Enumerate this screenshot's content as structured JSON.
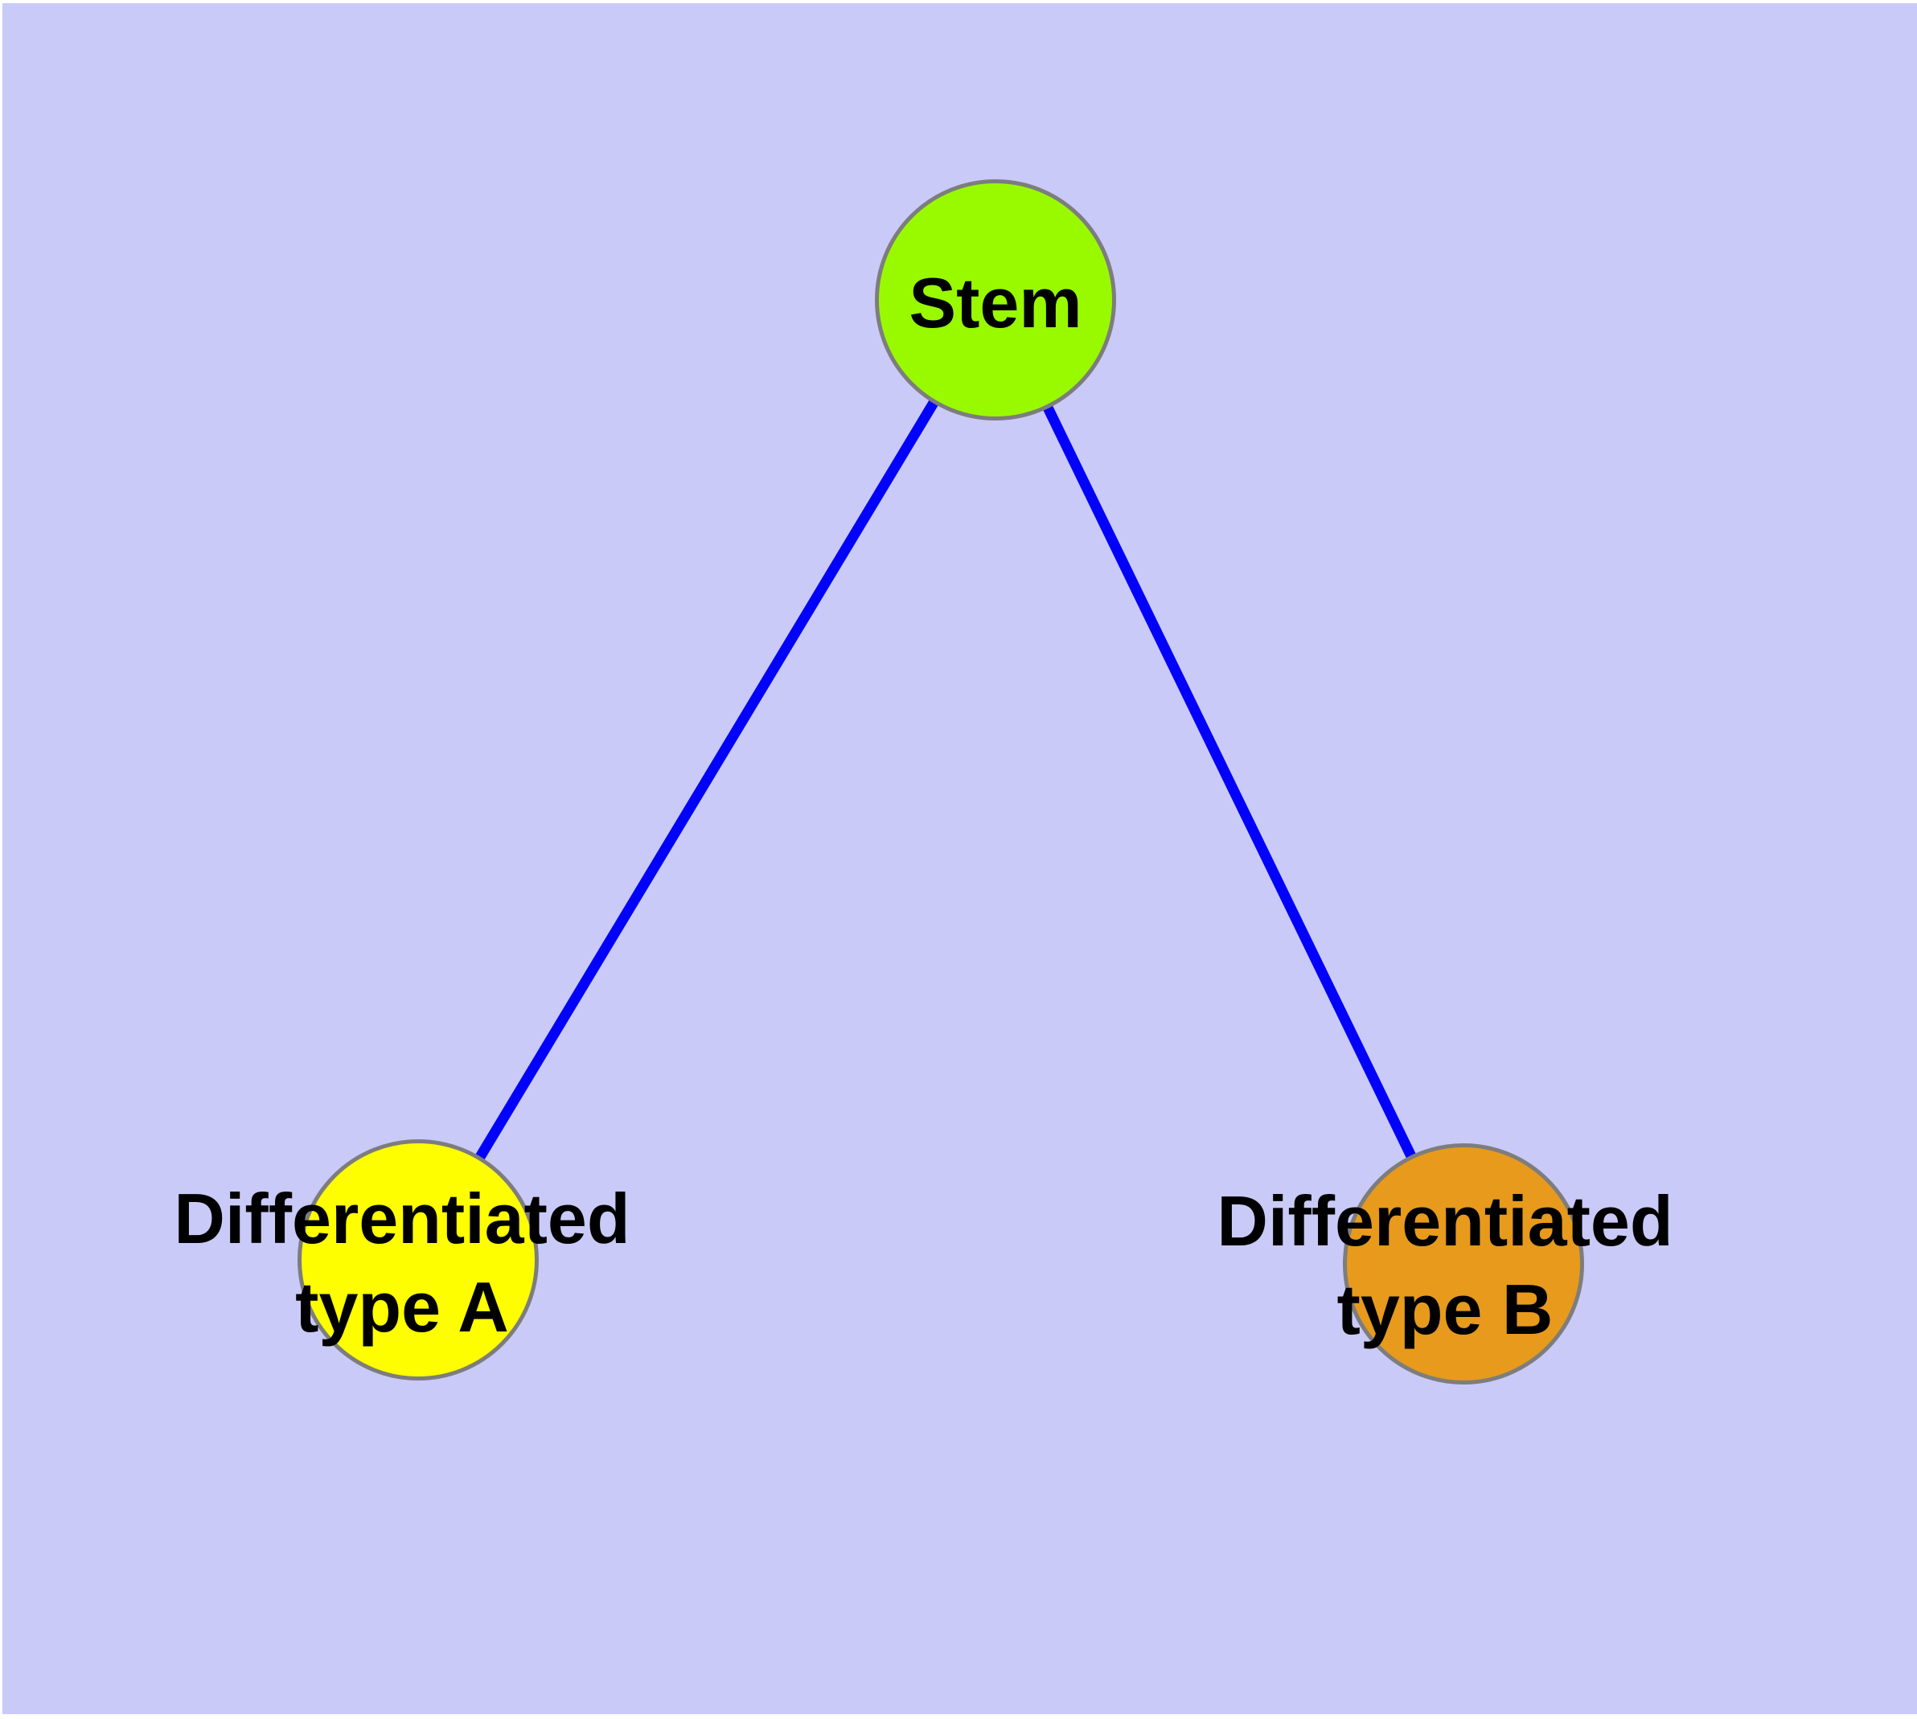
{
  "diagram": {
    "background_color": "#cacaf8",
    "page_margin_color": "#ffffff",
    "edge_color": "#0202fa",
    "node_border_color": "#7d7d7d",
    "label_color": "#000000",
    "nodes": {
      "stem": {
        "label": "Stem",
        "fill": "#99fa00"
      },
      "type_a": {
        "label_line1": "Differentiated",
        "label_line2": "type A",
        "fill": "#fefe00"
      },
      "type_b": {
        "label_line1": "Differentiated",
        "label_line2": "type B",
        "fill": "#e79a1c"
      }
    },
    "edges": [
      {
        "from": "stem",
        "to": "type_a"
      },
      {
        "from": "stem",
        "to": "type_b"
      }
    ]
  }
}
